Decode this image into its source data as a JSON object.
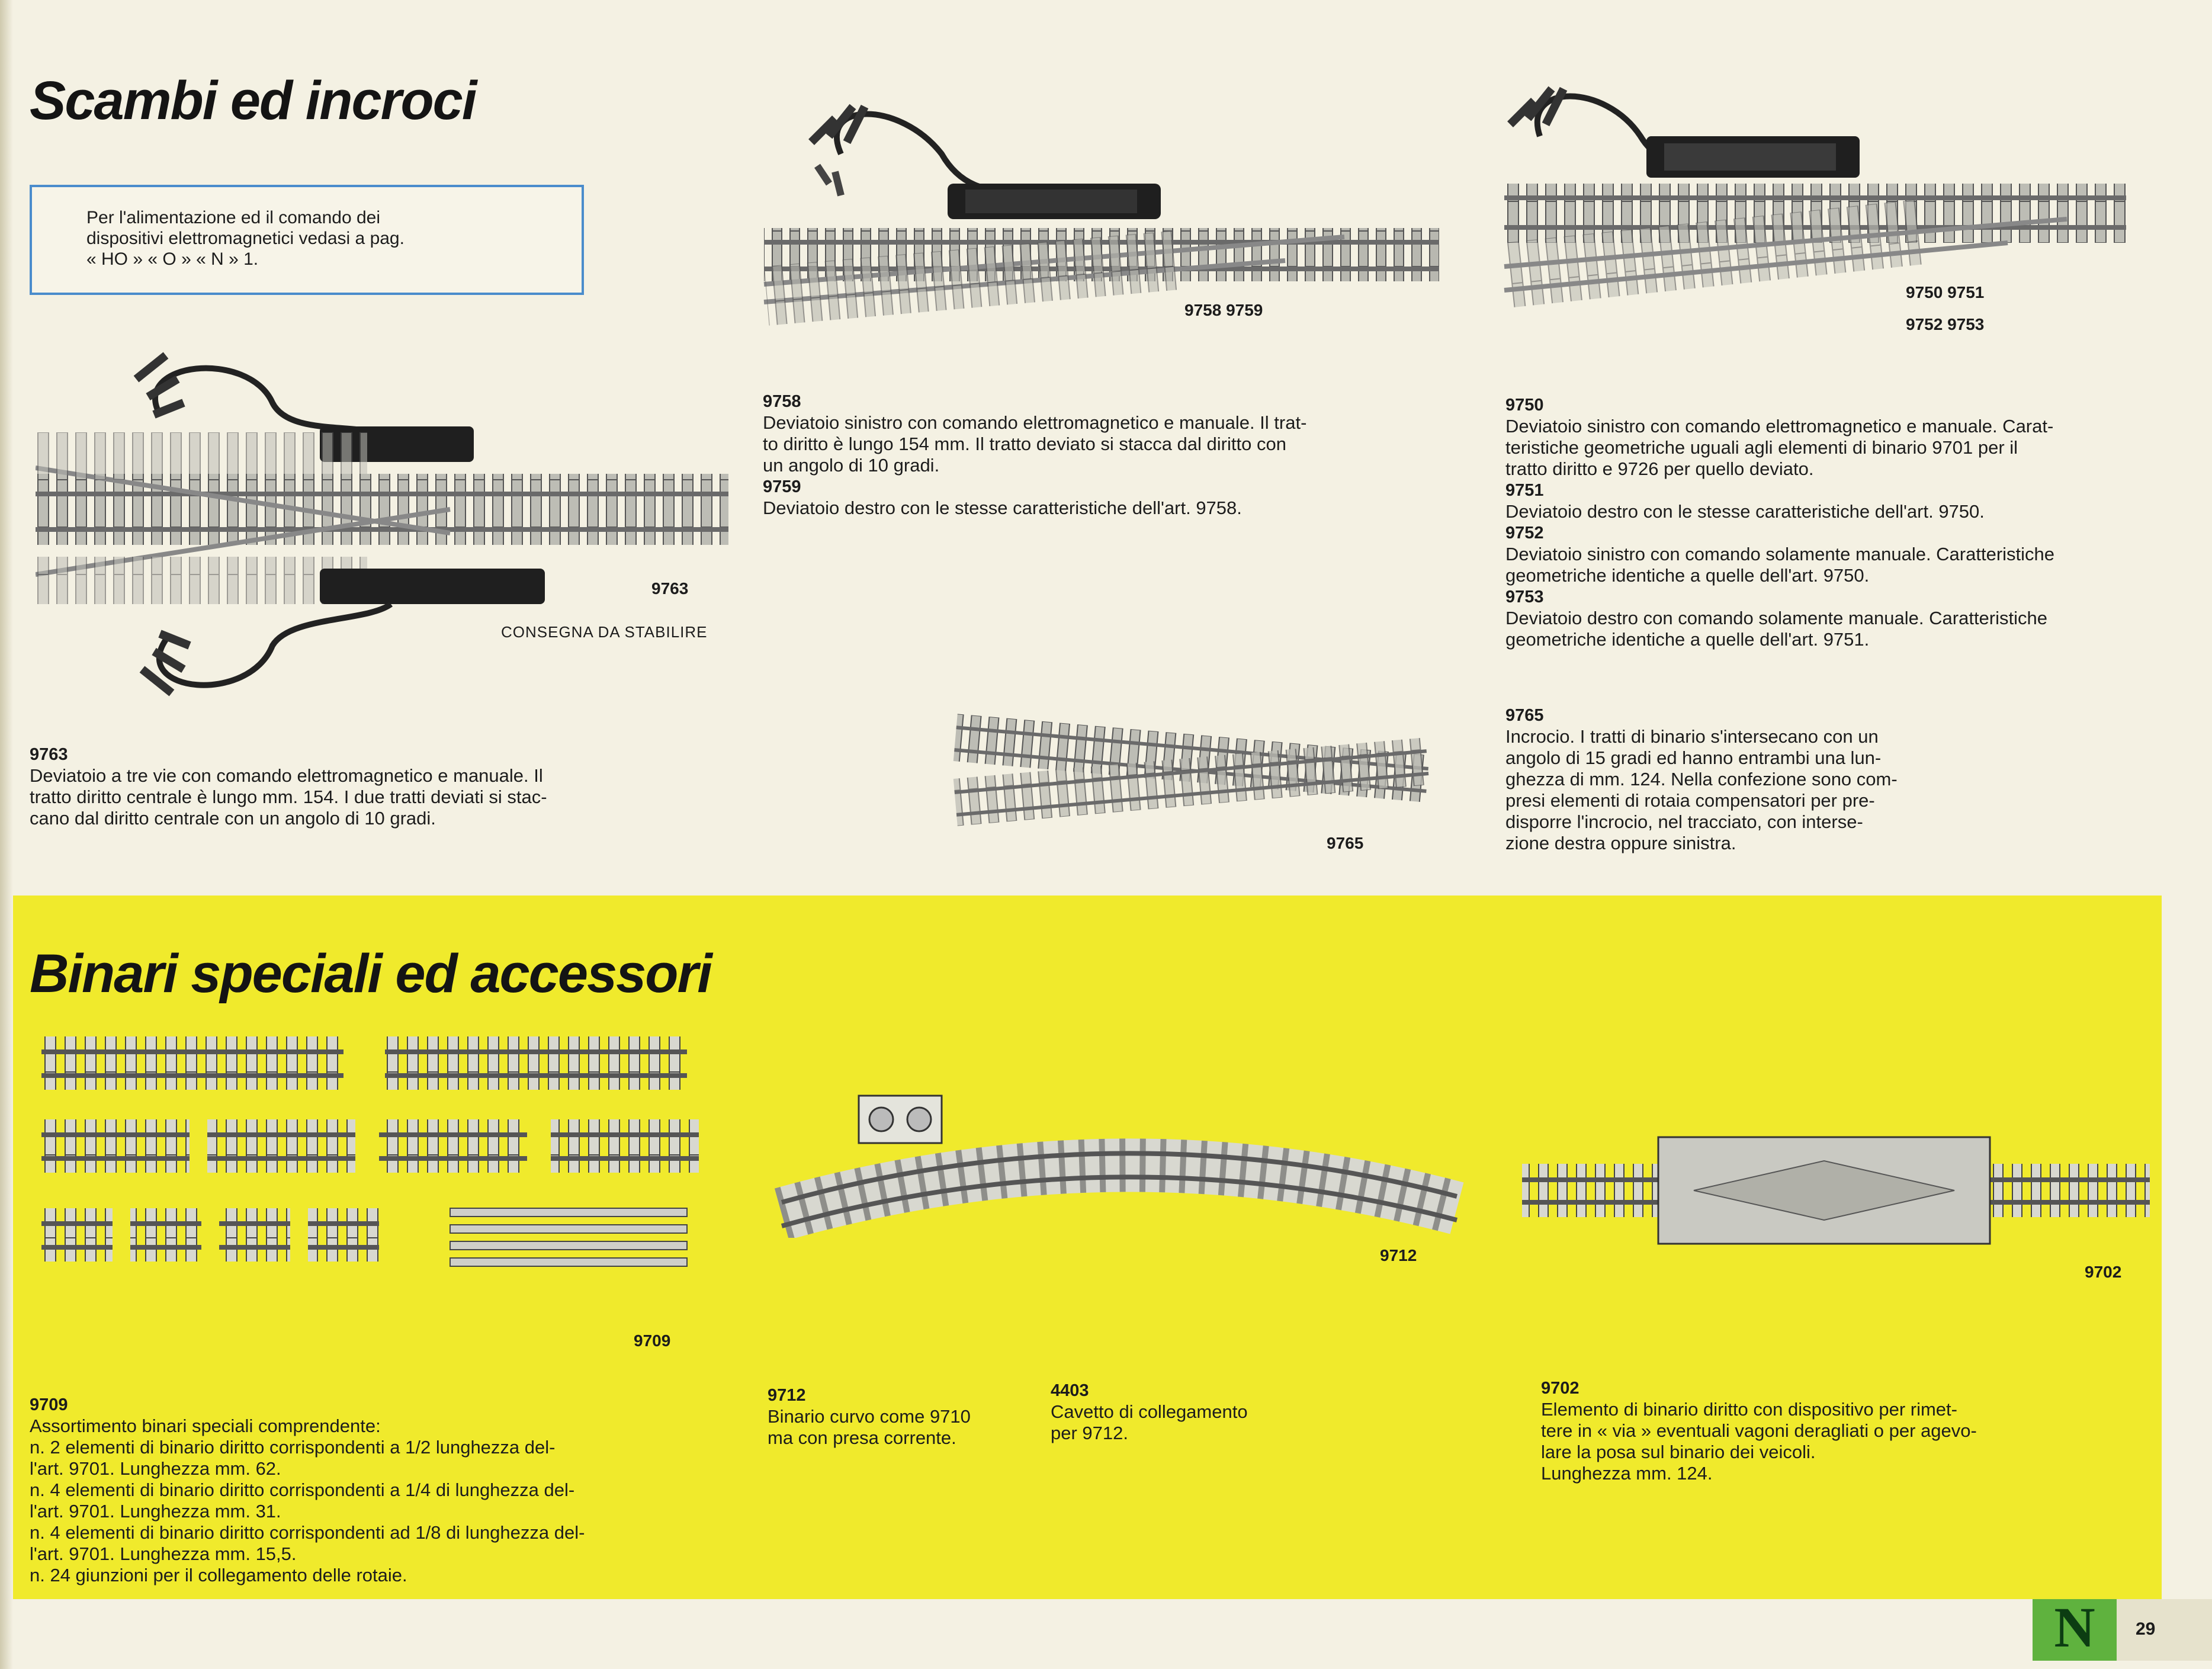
{
  "section1": {
    "title": "Scambi ed incroci",
    "note": [
      "Per l'alimentazione ed il comando dei",
      "dispositivi elettromagnetici vedasi a pag.",
      "« HO » « O » « N » 1."
    ]
  },
  "photos": {
    "p9758": "9758  9759",
    "p9750a": "9750  9751",
    "p9750b": "9752  9753",
    "p9763": "9763",
    "consegna": "CONSEGNA DA STABILIRE",
    "p9765": "9765",
    "p9709": "9709",
    "p9712": "9712",
    "p9702": "9702"
  },
  "items": {
    "i9758": {
      "code": "9758",
      "lines": [
        "Deviatoio sinistro con comando elettromagnetico e manuale. Il trat-",
        "to diritto è lungo 154 mm. Il tratto deviato si stacca dal diritto con",
        "un angolo di 10 gradi."
      ]
    },
    "i9759": {
      "code": "9759",
      "lines": [
        "Deviatoio destro con le stesse caratteristiche dell'art. 9758."
      ]
    },
    "i9750": {
      "code": "9750",
      "lines": [
        "Deviatoio sinistro con comando elettromagnetico e manuale. Carat-",
        "teristiche geometriche uguali agli elementi di binario 9701 per il",
        "tratto diritto e 9726 per quello deviato."
      ]
    },
    "i9751": {
      "code": "9751",
      "lines": [
        "Deviatoio destro con le stesse caratteristiche dell'art. 9750."
      ]
    },
    "i9752": {
      "code": "9752",
      "lines": [
        "Deviatoio sinistro con comando solamente manuale. Caratteristiche",
        "geometriche identiche a quelle dell'art. 9750."
      ]
    },
    "i9753": {
      "code": "9753",
      "lines": [
        "Deviatoio destro con comando solamente manuale. Caratteristiche",
        "geometriche identiche a quelle dell'art. 9751."
      ]
    },
    "i9763": {
      "code": "9763",
      "lines": [
        "Deviatoio a tre vie con comando elettromagnetico e manuale. Il",
        "tratto diritto centrale è lungo mm. 154. I due tratti deviati si stac-",
        "cano dal diritto centrale con un angolo di 10 gradi."
      ]
    },
    "i9765": {
      "code": "9765",
      "lines": [
        "Incrocio. I tratti di binario s'intersecano con un",
        "angolo di 15 gradi ed hanno entrambi una lun-",
        "ghezza di mm. 124. Nella confezione sono com-",
        "presi elementi di rotaia compensatori per pre-",
        "disporre l'incrocio, nel tracciato, con interse-",
        "zione destra oppure sinistra."
      ]
    }
  },
  "section2": {
    "title": "Binari speciali ed accessori",
    "i9709": {
      "code": "9709",
      "lines": [
        "Assortimento binari speciali comprendente:",
        "n. 2 elementi di binario diritto corrispondenti a 1/2 lunghezza del-",
        "l'art. 9701. Lunghezza mm. 62.",
        "n. 4 elementi di binario diritto corrispondenti a 1/4 di lunghezza del-",
        "l'art. 9701. Lunghezza mm. 31.",
        "n. 4 elementi di binario diritto corrispondenti ad 1/8 di lunghezza del-",
        "l'art. 9701. Lunghezza mm. 15,5.",
        "n. 24 giunzioni per il collegamento delle rotaie."
      ]
    },
    "i9712": {
      "code": "9712",
      "lines": [
        "Binario curvo come 9710",
        "ma con presa corrente."
      ]
    },
    "i4403": {
      "code": "4403",
      "lines": [
        "Cavetto di collegamento",
        "per 9712."
      ]
    },
    "i9702": {
      "code": "9702",
      "lines": [
        "Elemento di binario diritto con dispositivo per rimet-",
        "tere in « via » eventuali vagoni deragliati o per agevo-",
        "lare la posa sul binario dei veicoli.",
        "Lunghezza mm. 124."
      ]
    }
  },
  "footer": {
    "badge": "N",
    "page": "29"
  },
  "colors": {
    "yellow": "#f0ea2c",
    "box_border": "#4a8ccc",
    "badge": "#5fb23e"
  }
}
